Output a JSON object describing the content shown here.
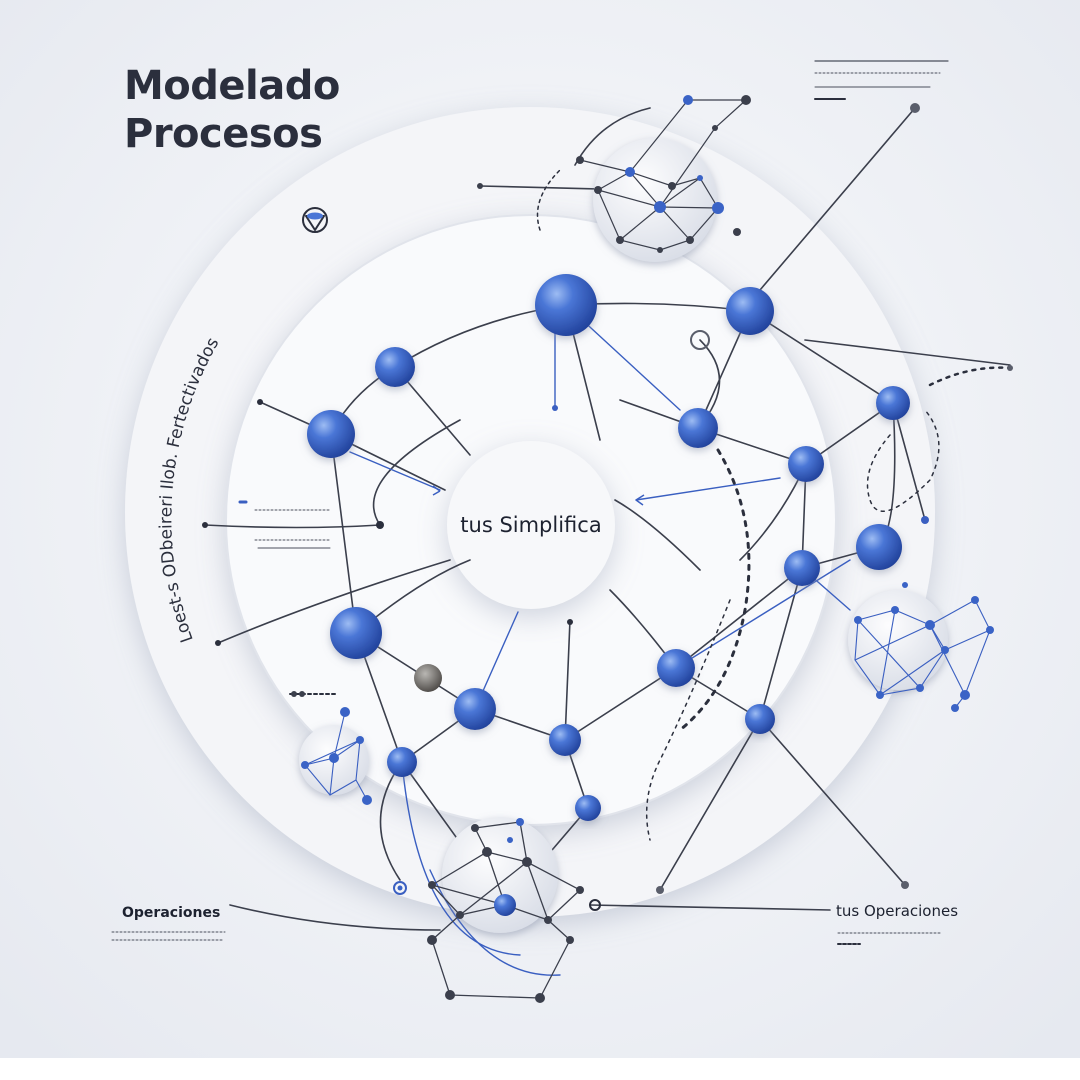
{
  "title": {
    "line1": "Modelado",
    "line2": "Procesos"
  },
  "center": {
    "label": "tus Simplifica"
  },
  "arc_text": "Loest-s ODbeireri  Ilob. Fertectivados",
  "labels": {
    "bottom_left": "Operaciones",
    "bottom_right": "tus Operaciones"
  },
  "icons": {
    "logo": "v-shield-icon",
    "hub": "network-cluster-icon",
    "node": "sphere-node-icon"
  },
  "colors": {
    "node": "#3a63c6",
    "node_highlight": "#8fb0ee",
    "line": "#3b3f4c",
    "accent_line": "#3a5fc1",
    "disc": "#f6f7fa",
    "background": "#eef0f5"
  }
}
